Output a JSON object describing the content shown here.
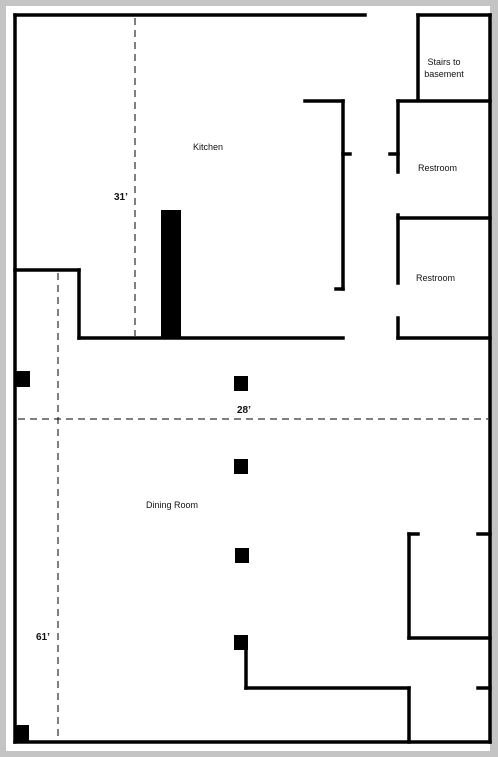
{
  "floor_plan": {
    "rooms": {
      "kitchen": "Kitchen",
      "stairs": "Stairs to basement",
      "restroom_1": "Restroom",
      "restroom_2": "Restroom",
      "dining_room": "Dining Room"
    },
    "dimensions": {
      "kitchen_depth": "31’",
      "building_width": "28’",
      "building_depth": "61’"
    },
    "colors": {
      "wall": "#000000",
      "paper": "#ffffff",
      "border": "#c4c4c4"
    }
  }
}
